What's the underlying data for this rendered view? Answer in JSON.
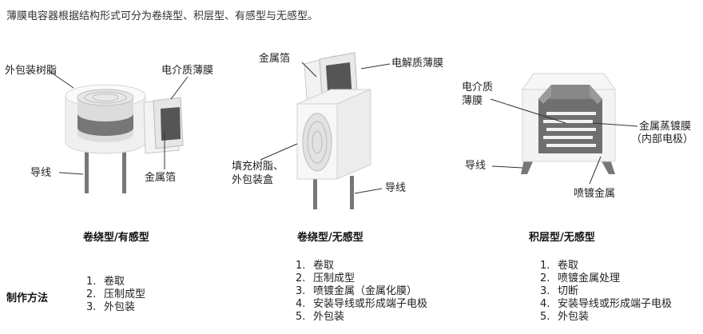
{
  "intro": "薄膜电容器根据结构形式可分为卷绕型、积层型、有感型与无感型。",
  "diagrams": [
    {
      "title": "卷绕型/有感型",
      "labels": {
        "outer_resin": "外包装树脂",
        "dielectric": "电介质薄膜",
        "lead": "导线",
        "foil": "金属箔"
      }
    },
    {
      "title": "卷绕型/无感型",
      "labels": {
        "foil": "金属箔",
        "electrolyte": "电解质薄膜",
        "fill_1": "填充树脂、",
        "fill_2": "外包装盒",
        "lead": "导线"
      }
    },
    {
      "title": "积层型/无感型",
      "labels": {
        "dielectric_1": "电介质",
        "dielectric_2": "薄膜",
        "electrode_1": "金属蒸镀膜",
        "electrode_2": "（内部电极）",
        "lead": "导线",
        "sprayed": "喷镀金属"
      }
    }
  ],
  "method": {
    "label": "制作方法",
    "steps": [
      [
        "卷取",
        "压制成型",
        "外包装"
      ],
      [
        "卷取",
        "压制成型",
        "喷镀金属（金属化膜）",
        "安装导线或形成端子电极",
        "外包装"
      ],
      [
        "卷取",
        "喷镀金属处理",
        "切断",
        "安装导线或形成端子电极",
        "外包装"
      ]
    ]
  }
}
